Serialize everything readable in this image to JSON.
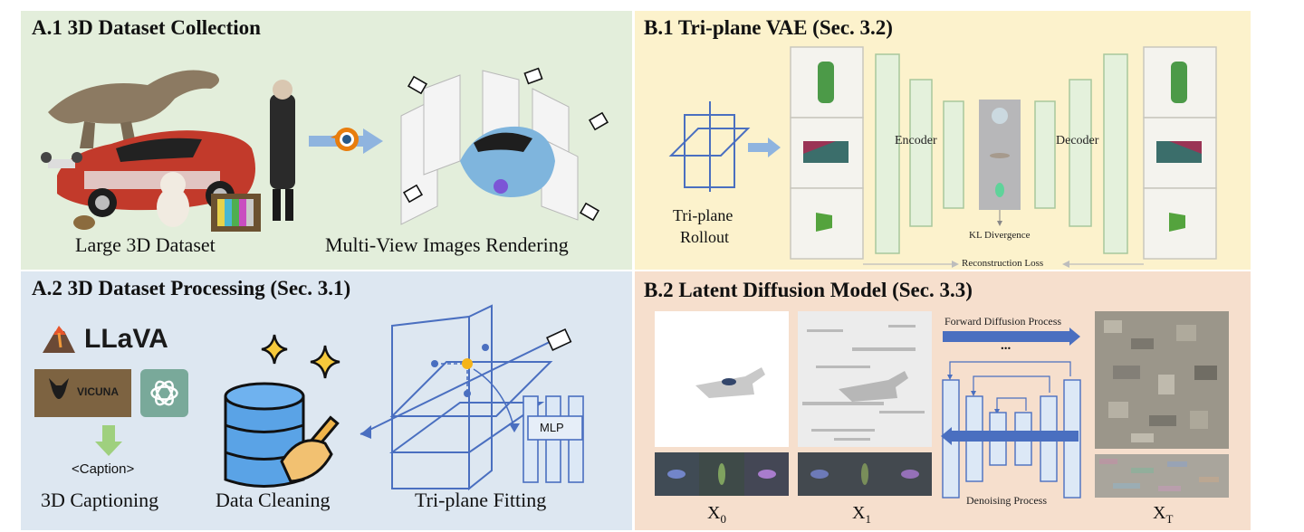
{
  "panels": {
    "a1": {
      "title": "A.1  3D Dataset Collection",
      "label_left": "Large 3D Dataset",
      "label_right": "Multi-View Images Rendering"
    },
    "a2": {
      "title": "A.2  3D Dataset Processing (Sec. 3.1)",
      "llava": "LLaVA",
      "vicuna": "VICUNA",
      "caption_token": "<Caption>",
      "label_captioning": "3D Captioning",
      "label_cleaning": "Data Cleaning",
      "label_fitting": "Tri-plane Fitting",
      "mlp": "MLP"
    },
    "b1": {
      "title": "B.1  Tri-plane VAE (Sec. 3.2)",
      "rollout_line1": "Tri-plane",
      "rollout_line2": "Rollout",
      "encoder": "Encoder",
      "decoder": "Decoder",
      "kl": "KL Divergence",
      "recon": "Reconstruction Loss"
    },
    "b2": {
      "title": "B.2  Latent Diffusion Model (Sec. 3.3)",
      "forward": "Forward Diffusion Process",
      "dots": "...",
      "denoising": "Denoising Process",
      "x0": "X",
      "x0_sub": "0",
      "x1": "X",
      "x1_sub": "1",
      "xt": "X",
      "xt_sub": "T"
    }
  },
  "colors": {
    "a1_bg": "#e3eedb",
    "a2_bg": "#dde7f1",
    "b1_bg": "#fcf2cc",
    "b2_bg": "#f6dfcd",
    "arrow_blue": "#8fb4df",
    "plane_blue": "#4a6fc0",
    "net_green": "#e4f1dc",
    "net_blue": "#dce8f6"
  }
}
